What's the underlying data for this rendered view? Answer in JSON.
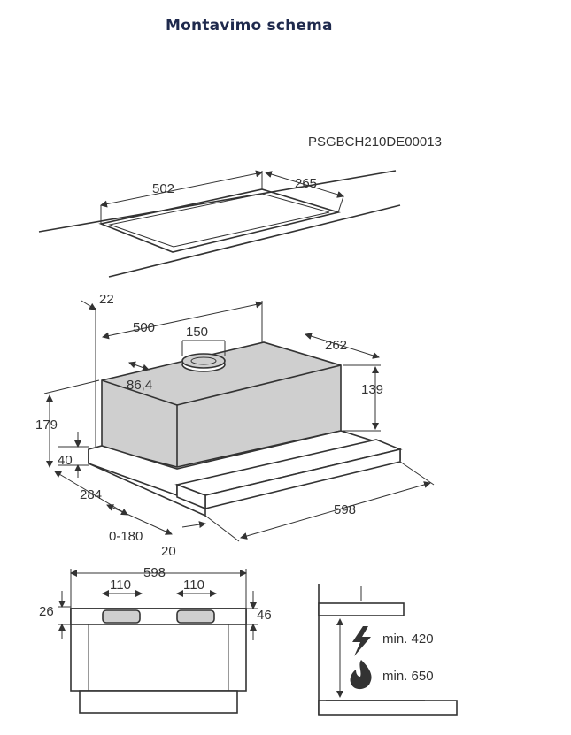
{
  "heading": "Montavimo schema",
  "model_code": "PSGBCH210DE00013",
  "cutout": {
    "width": "502",
    "depth": "265"
  },
  "hood": {
    "d22": "22",
    "d500": "500",
    "d150": "150",
    "d86": "86,4",
    "d262": "262",
    "d139": "139",
    "d179": "179",
    "d40": "40",
    "d284": "284",
    "d598": "598",
    "d0180": "0-180",
    "d20": "20"
  },
  "front": {
    "d598": "598",
    "d110a": "110",
    "d110b": "110",
    "d26": "26",
    "d46": "46"
  },
  "clearance": {
    "electric": "min. 420",
    "gas": "min. 650"
  },
  "icons": [
    "electric-bolt-icon",
    "gas-flame-icon"
  ]
}
